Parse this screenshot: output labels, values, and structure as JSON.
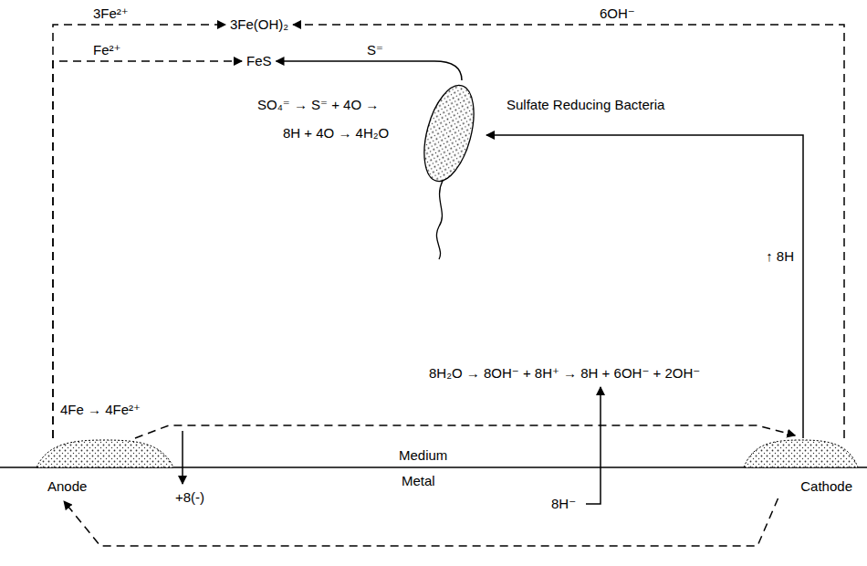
{
  "diagram": {
    "nodes": [
      {
        "text": [
          "3Fe(OH)₂"
        ]
      },
      {
        "text": [
          "FeS"
        ]
      },
      {
        "text": [
          "Sulfate Reducing Bacteria"
        ]
      },
      {
        "text": [
          "Anode"
        ]
      },
      {
        "text": [
          "Cathode"
        ]
      }
    ],
    "edges": [
      {
        "from": 3,
        "to": 0,
        "arrow": "to",
        "label": "3Fe²⁺"
      },
      {
        "from": 3,
        "to": 1,
        "arrow": "to",
        "label": "Fe²⁺"
      },
      {
        "from": 4,
        "to": 0,
        "arrow": "to",
        "label": "6OH⁻"
      },
      {
        "from": 2,
        "to": 1,
        "arrow": "to",
        "label": "S⁼"
      },
      {
        "from": 4,
        "to": 2,
        "arrow": "to",
        "label": "↑ 8H"
      },
      {
        "from": 3,
        "to": 4,
        "arrow": "to"
      },
      {
        "from": 4,
        "to": 3,
        "arrow": "to"
      }
    ],
    "labels": [
      "SO₄⁼ → S⁼ + 4O →",
      "8H + 4O → 4H₂O",
      "8H₂O → 8OH⁻ + 8H⁺ → 8H + 6OH⁻ + 2OH⁻",
      "4Fe → 4Fe²⁺",
      "Medium",
      "Metal",
      "+8(-)",
      "8H⁻"
    ]
  }
}
